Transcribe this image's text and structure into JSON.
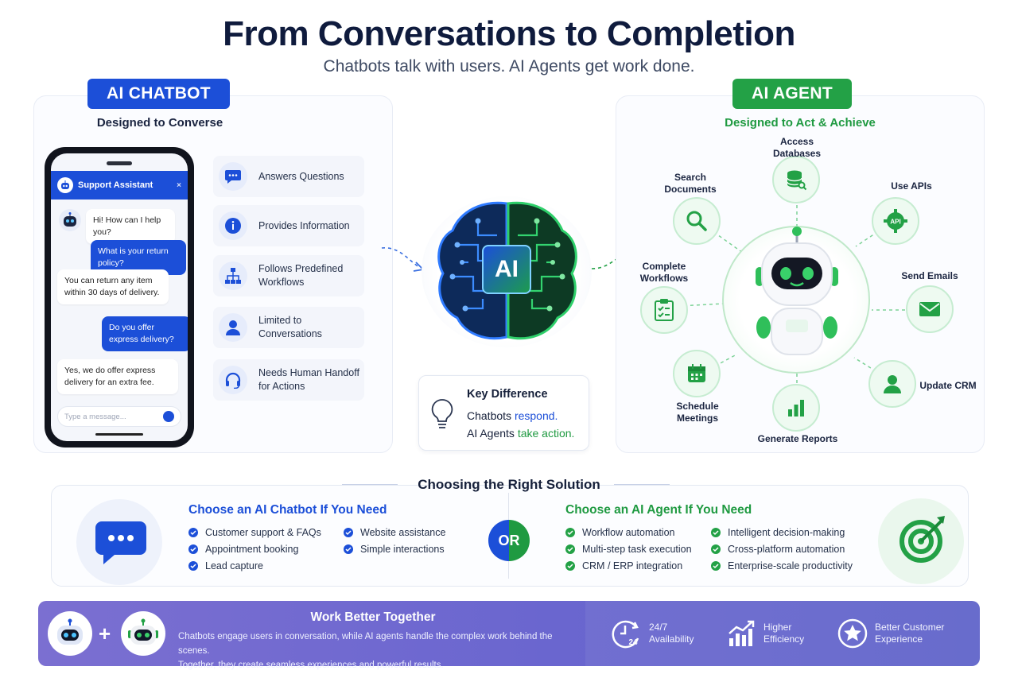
{
  "header": {
    "title": "From Conversations to Completion",
    "subtitle": "Chatbots talk with users. AI Agents get work done."
  },
  "chatbot": {
    "badge": "AI CHATBOT",
    "subtitle": "Designed to Converse",
    "phone": {
      "header": "Support Assistant",
      "close": "×",
      "messages": [
        {
          "from": "bot",
          "text": "Hi! How can I help you?"
        },
        {
          "from": "user",
          "text": "What is your return policy?"
        },
        {
          "from": "bot",
          "text": "You can return any item within 30 days of delivery."
        },
        {
          "from": "user",
          "text": "Do you offer express delivery?"
        },
        {
          "from": "bot",
          "text": "Yes, we do offer express delivery for an extra fee."
        }
      ],
      "input_placeholder": "Type a message..."
    },
    "features": [
      {
        "label": "Answers Questions",
        "icon": "chat-bubble-icon"
      },
      {
        "label": "Provides Information",
        "icon": "info-icon"
      },
      {
        "label": "Follows Predefined Workflows",
        "icon": "flowchart-icon"
      },
      {
        "label": "Limited to Conversations",
        "icon": "person-icon"
      },
      {
        "label": "Needs Human Handoff for Actions",
        "icon": "headset-icon"
      }
    ],
    "color": "#1c4fd8"
  },
  "center": {
    "chip": "AI",
    "key_title": "Key Difference",
    "line1_prefix": "Chatbots ",
    "line1_highlight": "respond.",
    "line2_prefix": "AI Agents ",
    "line2_highlight": "take action."
  },
  "agent": {
    "badge": "AI AGENT",
    "subtitle": "Designed to Act & Achieve",
    "capabilities": [
      {
        "label": "Access Databases",
        "icon": "database-icon"
      },
      {
        "label": "Use APIs",
        "icon": "api-gear-icon"
      },
      {
        "label": "Send Emails",
        "icon": "envelope-icon"
      },
      {
        "label": "Update CRM",
        "icon": "user-crm-icon"
      },
      {
        "label": "Generate Reports",
        "icon": "bar-chart-icon"
      },
      {
        "label": "Schedule Meetings",
        "icon": "calendar-icon"
      },
      {
        "label": "Complete Workflows",
        "icon": "checklist-icon"
      },
      {
        "label": "Search Documents",
        "icon": "search-icon"
      }
    ],
    "color": "#23a146"
  },
  "choosing": {
    "title": "Choosing the Right Solution",
    "or": "OR",
    "chatbot_head": "Choose an AI Chatbot If You Need",
    "chatbot_items": [
      "Customer support & FAQs",
      "Website assistance",
      "Appointment booking",
      "Simple interactions",
      "Lead capture"
    ],
    "agent_head": "Choose an AI Agent If You Need",
    "agent_items": [
      "Workflow automation",
      "Intelligent decision-making",
      "Multi-step task execution",
      "Cross-platform automation",
      "CRM / ERP integration",
      "Enterprise-scale productivity"
    ]
  },
  "footer": {
    "title": "Work Better Together",
    "text_line1": "Chatbots engage users in conversation, while AI agents handle the complex work behind the scenes.",
    "text_line2": "Together, they create seamless experiences and powerful results.",
    "plus": "+",
    "clock_label": "24",
    "stats": [
      {
        "line1": "24/7",
        "line2": "Availability",
        "icon": "clock-24-icon"
      },
      {
        "line1": "Higher",
        "line2": "Efficiency",
        "icon": "growth-chart-icon"
      },
      {
        "line1": "Better Customer",
        "line2": "Experience",
        "icon": "star-badge-icon"
      }
    ]
  }
}
